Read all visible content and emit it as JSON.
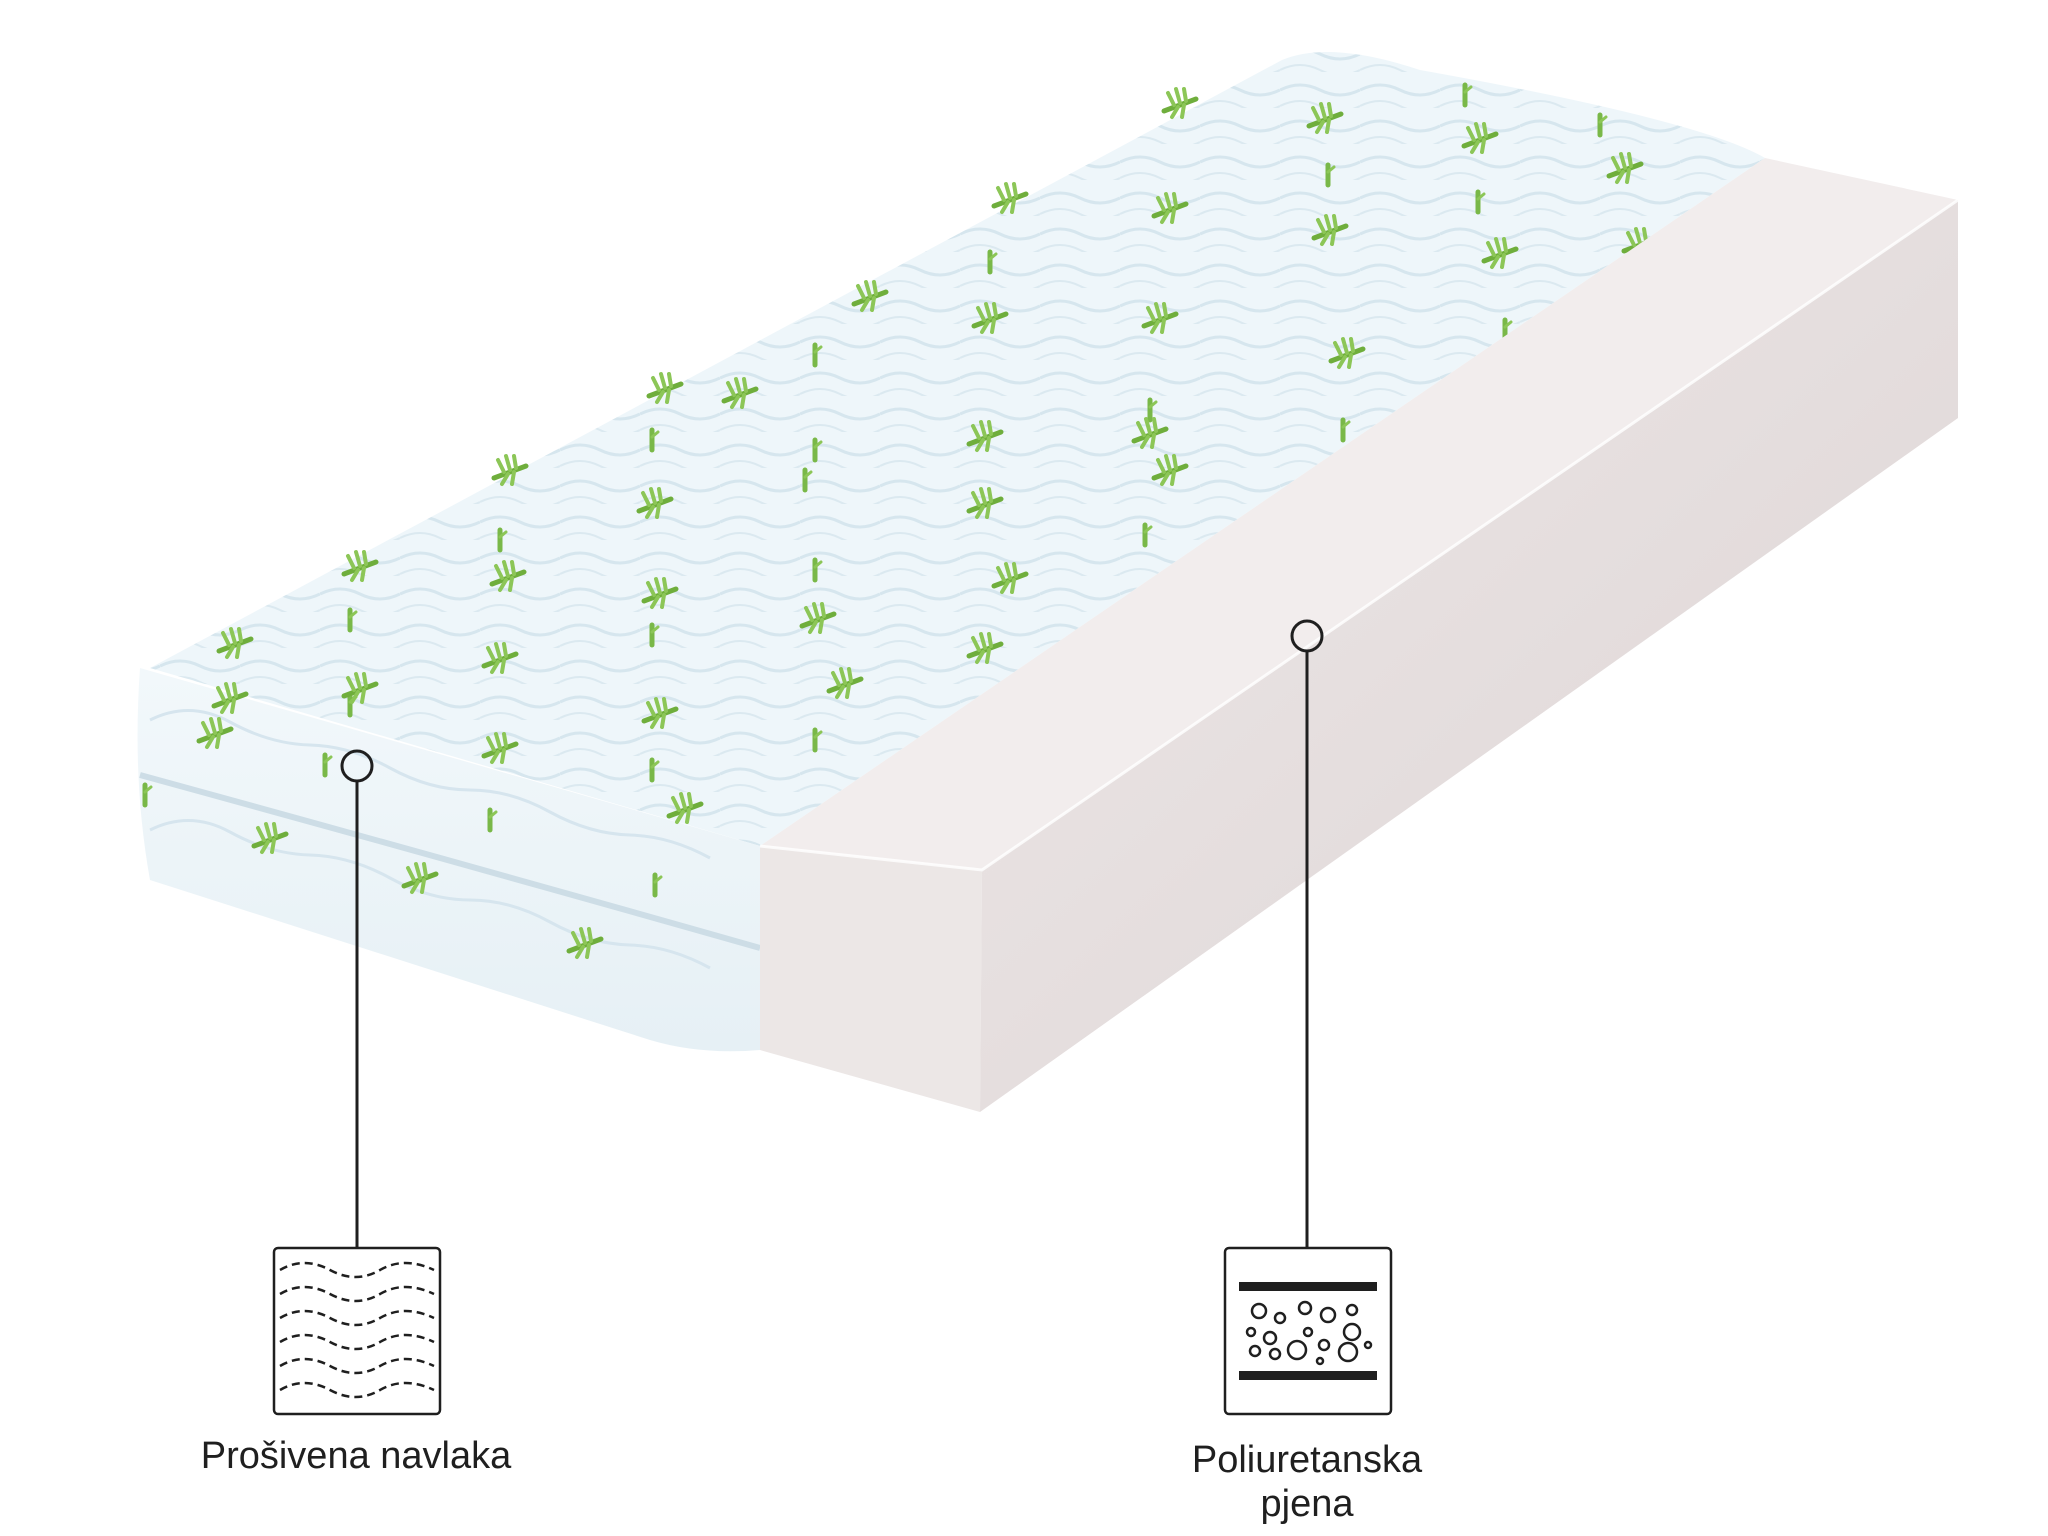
{
  "callouts": [
    {
      "id": "cover",
      "icon": "quilted-fabric-icon",
      "label": "Prošivena navlaka"
    },
    {
      "id": "foam",
      "icon": "foam-layer-icon",
      "label": "Poliuretanska\npjena"
    }
  ],
  "colors": {
    "cover_fabric": "#eef6fa",
    "cover_pattern": "#7dbb45",
    "foam_top": "#f2eded",
    "foam_side": "#e3dcdc",
    "foam_front": "#ece7e6",
    "line": "#1f1f1f"
  }
}
